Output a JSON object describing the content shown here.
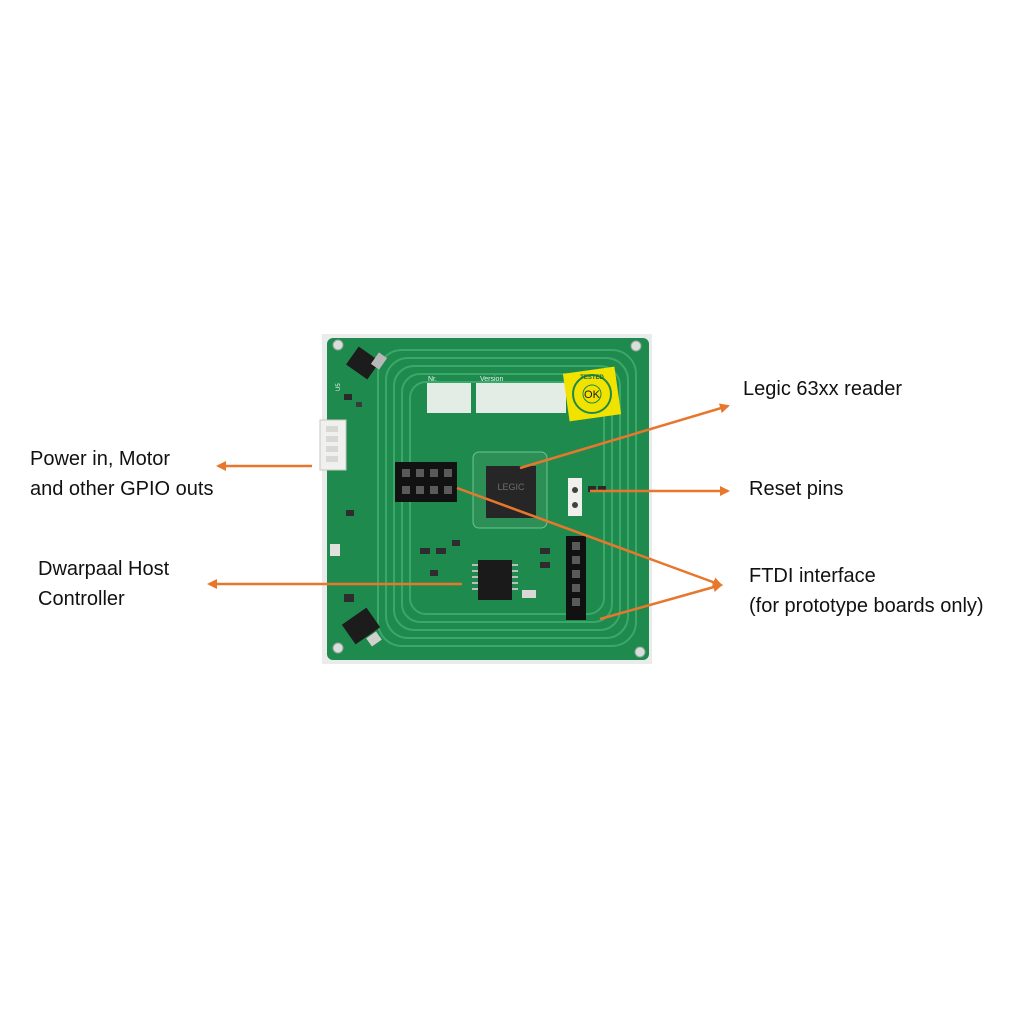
{
  "annotations": {
    "power": {
      "line1": "Power in, Motor",
      "line2": "and other GPIO outs"
    },
    "host": {
      "line1": "Dwarpaal Host",
      "line2": "Controller"
    },
    "legic": {
      "line1": "Legic 63xx reader"
    },
    "reset": {
      "line1": "Reset pins"
    },
    "ftdi": {
      "line1": "FTDI interface",
      "line2": "(for prototype boards only)"
    }
  },
  "board": {
    "label_nr": "Nr.",
    "label_version": "Version",
    "chip_marking": "LEGIC",
    "ref_u5": "U5",
    "sticker": {
      "ring_text": "TESTED",
      "center_text": "OK"
    }
  },
  "colors": {
    "arrow": "#e8772e",
    "pcb": "#1e8a4e",
    "pcb_trace": "#3fae6e",
    "sticker": "#f2e200",
    "text": "#111111"
  }
}
